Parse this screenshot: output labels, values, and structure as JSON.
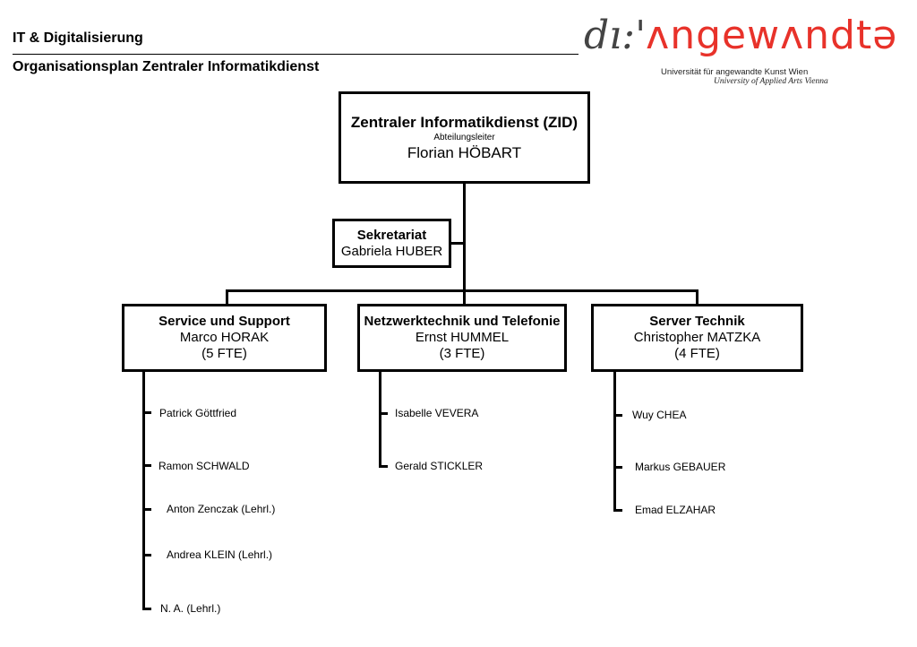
{
  "header": {
    "title": "IT & Digitalisierung",
    "subtitle": "Organisationsplan Zentraler Informatikdienst"
  },
  "logo": {
    "prefix": "dı:'",
    "name": "ʌngewʌndtə",
    "line1": "Universität für angewandte Kunst Wien",
    "line2": "University of Applied Arts Vienna",
    "accent_color": "#e8322a"
  },
  "head": {
    "title": "Zentraler Informatikdienst (ZID)",
    "role": "Abteilungsleiter",
    "name": "Florian HÖBART"
  },
  "secretariat": {
    "title": "Sekretariat",
    "name": "Gabriela HUBER"
  },
  "departments": [
    {
      "title": "Service und Support",
      "lead": "Marco HORAK",
      "fte": "(5 FTE)",
      "members": [
        "Patrick Göttfried",
        "Ramon SCHWALD",
        "Anton Zenczak (Lehrl.)",
        "Andrea KLEIN (Lehrl.)",
        "N. A. (Lehrl.)"
      ]
    },
    {
      "title": "Netzwerktechnik und Telefonie",
      "lead": "Ernst HUMMEL",
      "fte": "(3 FTE)",
      "members": [
        "Isabelle VEVERA",
        "Gerald STICKLER"
      ]
    },
    {
      "title": "Server Technik",
      "lead": "Christopher MATZKA",
      "fte": "(4 FTE)",
      "members": [
        "Wuy CHEA",
        "Markus GEBAUER",
        "Emad ELZAHAR"
      ]
    }
  ]
}
